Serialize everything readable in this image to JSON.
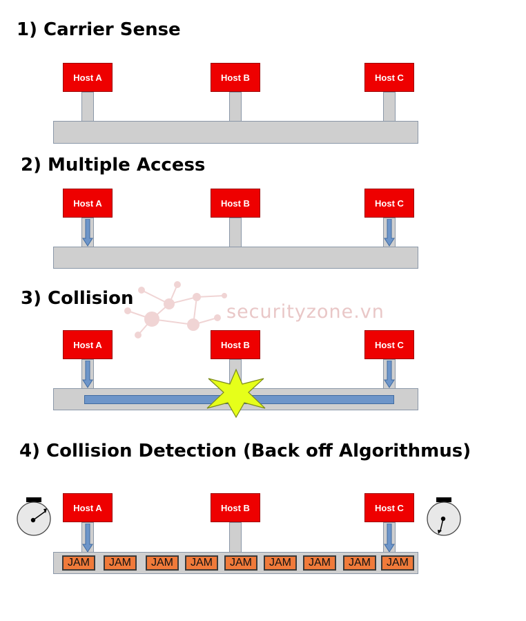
{
  "sections": [
    {
      "title": "1) Carrier Sense"
    },
    {
      "title": "2) Multiple Access"
    },
    {
      "title": "3) Collision"
    },
    {
      "title": "4) Collision Detection (Back off Algorithmus)"
    }
  ],
  "hosts": {
    "a": "Host A",
    "b": "Host B",
    "c": "Host C"
  },
  "jam_label": "JAM",
  "jam_count": 9,
  "watermark": "securityzone.vn",
  "colors": {
    "host_fill": "#ee0000",
    "bus_fill": "#cfcfcf",
    "signal_fill": "#6d95c9",
    "collision_star": "#e6ff1a",
    "jam_fill": "#f07a3a"
  }
}
